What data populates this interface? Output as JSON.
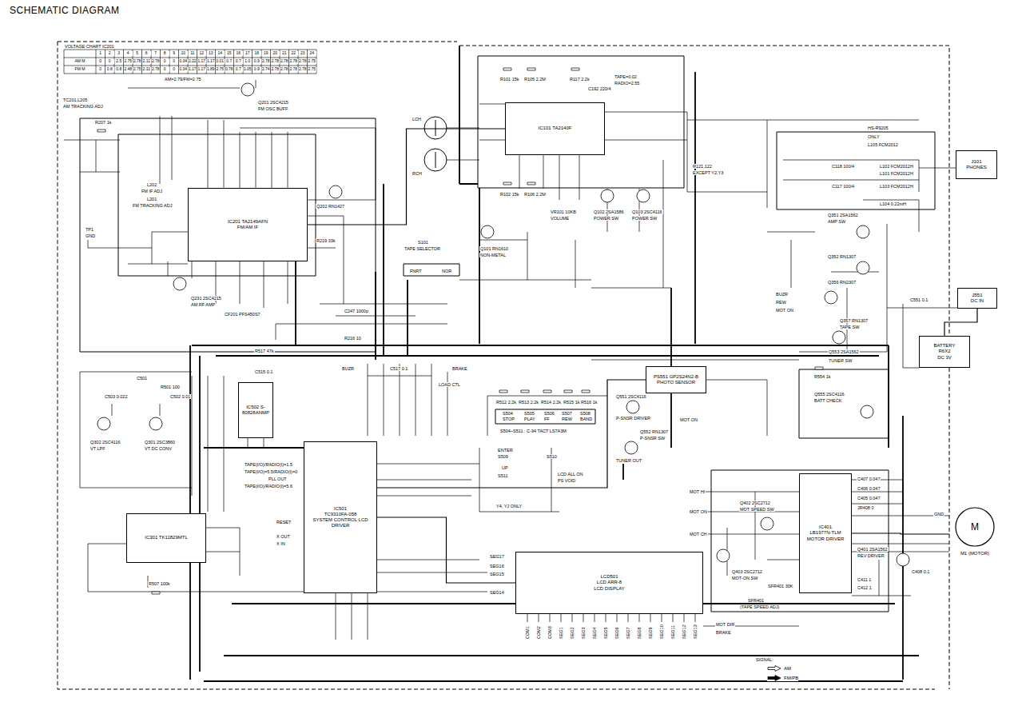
{
  "diagram": {
    "title": "SCHEMATIC DIAGRAM",
    "nodes": [
      {
        "text": [
          "IC201 TA2149AFN",
          "FM/AM IF"
        ]
      },
      {
        "text": [
          "IC101 TA2140F"
        ]
      },
      {
        "text": [
          "IC501",
          "TC9310FA-058",
          "SYSTEM CONTROL LCD DRIVER"
        ]
      },
      {
        "text": [
          "LCD501",
          "LCD ARR-8",
          "LCD DISPLAY"
        ]
      },
      {
        "text": [
          "IC401",
          "LB1977N-TLM",
          "MOTOR DRIVER"
        ]
      },
      {
        "text": [
          "M",
          "M1 (MOTOR)"
        ]
      },
      {
        "text": [
          "IC301 TK11829MTL"
        ]
      },
      {
        "text": [
          "IC502 S-80828ANMP"
        ]
      },
      {
        "text": [
          "J101",
          "PHONES"
        ]
      },
      {
        "text": [
          "BATTERY",
          "R6X2",
          "DC 3V"
        ]
      },
      {
        "text": [
          "J551",
          "DC IN"
        ]
      },
      {
        "text": [
          "PS551 GP2S24N2-B",
          "PHOTO SENSOR"
        ]
      }
    ],
    "edges": [
      {
        "from": 0,
        "to": 1,
        "arrow": "none"
      },
      {
        "from": 2,
        "to": 3,
        "arrow": "none"
      },
      {
        "from": 4,
        "to": 5,
        "arrow": "none"
      },
      {
        "from": 11,
        "to": 2,
        "arrow": "none"
      },
      {
        "from": 10,
        "to": 9,
        "arrow": "none"
      }
    ],
    "labels": [
      "VOLTAGE CHART IC201",
      "1",
      "2",
      "3",
      "4",
      "5",
      "6",
      "7",
      "8",
      "9",
      "10",
      "11",
      "12",
      "13",
      "14",
      "15",
      "16",
      "17",
      "18",
      "19",
      "20",
      "21",
      "22",
      "23",
      "24",
      "AM M",
      "0",
      "0",
      "2.5",
      "2.75",
      "2.78",
      "2.11",
      "2.78",
      "0",
      "0",
      "0.34",
      "2.22",
      "1.17",
      "1.17",
      "0.01",
      "0.7",
      "0.7",
      "1.0",
      "0.9",
      "2.78",
      "2.78",
      "2.78",
      "2.78",
      "2.78",
      "2.75",
      "FM M",
      "0",
      "0.8",
      "0.8",
      "2.48",
      "2.75",
      "2.11",
      "2.78",
      "0",
      "0",
      "0.34",
      "1.17",
      "1.17",
      "1.89",
      "2.75",
      "0.78",
      "0.7",
      "1.05",
      "0.9",
      "2.74",
      "2.78",
      "2.78",
      "2.78",
      "2.78",
      "2.75",
      "Q201 2SC4215",
      "FM OSC BUFF",
      "TC201,L205",
      "AM TRACKING ADJ",
      "R207 1k",
      "AM=2.79/FM=2.75",
      "L202",
      "FM IF ADJ",
      "L201",
      "FM TRACKING ADJ",
      "TP1",
      "GND",
      "Q202 RN1427",
      "R219 33k",
      "Q231 2SC4215",
      "AM RF AMP",
      "CF201 PFS450S7",
      "C247 1000p",
      "R216 10",
      "R517 47k",
      "C501",
      "R501 100",
      "C502 0.01",
      "C503 0.022",
      "Q302 2SC4116",
      "VT LPF",
      "Q301 2SC3860",
      "VT DC CONV",
      "C515 0.1",
      "BUZR",
      "C517 0.1",
      "LOAD CTL",
      "BRAKE",
      "R512 2.2k",
      "R513 2.2k",
      "R514 2.2k",
      "R515 1k",
      "R516 1k",
      "S504",
      "STOP",
      "S505",
      "PLAY",
      "S506",
      "FF",
      "S507",
      "REW",
      "S508",
      "BAND",
      "S504~S511 : C-94 TACT LS7A3M",
      "ENTER",
      "S509",
      "S510",
      "UP",
      "S511",
      "LCD ALL ON",
      "PS VOID",
      "Y4, YJ ONLY",
      "Q551 2SC4116",
      "P-SNSR DRIVER",
      "Q552 RN1307",
      "P-SNSR SW",
      "MOT ON",
      "TUNER OUT",
      "Q555 2SC4116",
      "BATT CHECK",
      "R554 1k",
      "Q553 2SA1562",
      "TUNER SW",
      "Q351 2SA1562",
      "AMP SW",
      "Q352 RN1307",
      "Q356 RN2307",
      "Q357 RN1307",
      "TAPE SW",
      "BUZR",
      "REW",
      "MOT ON",
      "HS-R9205",
      "ONLY",
      "L105 FCM2012",
      "L102 FCM2012H",
      "L101 FCM2012H",
      "L103 FCM2012H",
      "L104 0.22mH",
      "C118 100/4",
      "C117 100/4",
      "C192 220/4",
      "TAPE=0.02",
      "RADIO=2.55",
      "R101 15k",
      "R105 2.2M",
      "R117 2.2k",
      "R121,122",
      "EXCEPT Y2,Y3",
      "R102 15k",
      "R106 2.2M",
      "VR101 10KB",
      "VOLUME",
      "Q102 2SA1586",
      "POWER SW",
      "Q103 2SC4116",
      "POWER SW",
      "Q101 RN1610",
      "NON-METAL",
      "S101",
      "TAPE SELECTOR",
      "FNRT",
      "NOR",
      "LCH",
      "RCH",
      "Q402 2SC2712",
      "MOT SPEED SW",
      "Q403 2SC2712",
      "MOT-ON SW",
      "SFR401 30K",
      "SFR401",
      "(TAPE SPEED ADJ)",
      "MOT HI",
      "MOT ON",
      "MOT CH",
      "MOT DIR",
      "BRAKE",
      "C407 0.047",
      "C406 0.047",
      "C405 0.047",
      "JR408 0",
      "Q401 2SA1562",
      "REV DRIVER",
      "C411 1",
      "C412 1",
      "C408 0.1",
      "GND",
      "C551 0.1",
      "SIGNAL:",
      "SEG17",
      "SEG16",
      "SEG15",
      "SEG14",
      "TAPE(I/O)/RADIO(I)=1.5",
      "TAPE(I/O)=5.5/RADIO(I)=0",
      "PLL OUT",
      "TAPE(I/O)/RADIO(I)=5.6",
      "RESET",
      "X OUT",
      "X IN",
      "R507 100k",
      "COM1",
      "COM2",
      "COM3",
      "SEG1",
      "SEG2",
      "SEG3",
      "SEG4",
      "SEG5",
      "SEG6",
      "SEG7",
      "SEG8",
      "SEG9",
      "SEG10",
      "SEG11",
      "SEG12",
      "SEG13"
    ],
    "legend": [
      {
        "text": "AM"
      },
      {
        "text": "FM/PB"
      }
    ]
  }
}
